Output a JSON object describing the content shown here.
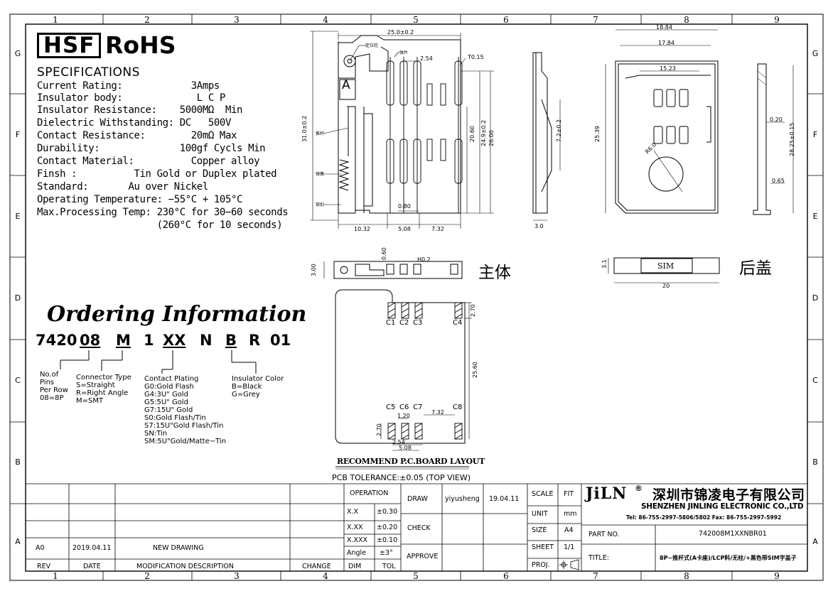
{
  "zone_columns": [
    "1",
    "2",
    "3",
    "4",
    "5",
    "6",
    "7",
    "8",
    "9"
  ],
  "zone_rows": [
    "G",
    "F",
    "E",
    "D",
    "C",
    "B",
    "A"
  ],
  "header": {
    "hsf": "HSF",
    "rohs": "RoHS"
  },
  "specifications": {
    "title": "SPECIFICATIONS",
    "lines": [
      "Current Rating:            3Amps",
      "Insulator body:             L C P",
      "Insulator Resistance:    5000MΩ  Min",
      "Dielectric Withstanding: DC   500V",
      "Contact Resistance:        20mΩ Max",
      "Durability:              100gf Cycls Min",
      "Contact Material:          Copper alloy",
      "Finsh :          Tin Gold or Duplex plated",
      "Standard:       Au over Nickel",
      "Operating Temperature: −55°C + 105°C",
      "Max.Processing Temp: 230°C for 30−60 seconds",
      "                     (260°C for 10 seconds)"
    ]
  },
  "ordering": {
    "title": "Ordering Information",
    "parts": [
      "7420",
      "08",
      "M",
      "1",
      "XX",
      "N",
      "B",
      "R",
      "01"
    ],
    "legend_pins": "No.of\nPins\nPer Row\n08=8P",
    "legend_type": "Connector Type\nS=Straight\nR=Right Angle\nM=SMT",
    "legend_plating": "Contact Plating\nG0:Gold Flash\nG4:3U\" Gold\nG5:5U\" Gold\nG7:15U\" Gold\nS0:Gold Flash/Tin\nS7:15U\"Gold Flash/Tin\nSN:Tin\nSM:5U\"Gold/Matte−Tin",
    "legend_color": "Insulator Color\nB=Black\nG=Grey"
  },
  "drawing_labels": {
    "dim_25": "25.0±0.2",
    "dim_254": "2.54",
    "dim_t015": "T0.15",
    "dim_310": "31.0±0.2",
    "dim_2060": "20.60",
    "dim_249": "24.9±0.2",
    "dim_2600": "26.00",
    "dim_080": "0.80",
    "dim_1032": "10.32",
    "dim_508": "5.08",
    "dim_732": "7.32",
    "dim_30": "3.0",
    "dim_72": "7.2±0.2",
    "dim_1884": "18.84",
    "dim_1784": "17.84",
    "dim_1523": "15.23",
    "dim_2539": "25.39",
    "dim_r60": "R6.0",
    "dim_020": "0.20",
    "dim_2825": "28.25±0.15",
    "dim_065": "0.65",
    "dim_300": "3.00",
    "dim_060": "0.60",
    "dim_h02": "H0.2",
    "dim_31": "3.1",
    "dim_20": "20",
    "sim": "SIM",
    "letter_a": "A",
    "main_body": "主体",
    "back_cover": "后盖",
    "lbl_dingwei": "定位柱",
    "lbl_tanpian": "弹片",
    "lbl_tuigan": "推杆",
    "lbl_tanhuang": "弹簧",
    "lbl_suokou": "锁扣"
  },
  "pcb_layout": {
    "top_contacts": [
      "C1",
      "C2",
      "C3",
      "C4"
    ],
    "bottom_contacts": [
      "C5",
      "C6",
      "C7",
      "C8"
    ],
    "dim_270": "2.70",
    "dim_2560": "25.60",
    "dim_120": "1.20",
    "dim_732": "7.32",
    "dim_270b": "2.70",
    "dim_254": "2.54",
    "dim_508": "5.08",
    "title": "RECOMMEND P.C.BOARD LAYOUT",
    "tolerance": "PCB TOLERANCE:±0.05  (TOP VIEW)"
  },
  "title_block": {
    "revision": {
      "rev": "A0",
      "date": "2019.04.11",
      "description": "NEW DRAWING"
    },
    "footer": {
      "rev": "REV",
      "date": "DATE",
      "description": "MODIFICATION DESCRIPTION",
      "change": "CHANGE"
    },
    "tolerances": {
      "operation": "OPERATION",
      "rows": [
        [
          "X.X",
          "±0.30"
        ],
        [
          "X.XX",
          "±0.20"
        ],
        [
          "X.XXX",
          "±0.10"
        ],
        [
          "Angle",
          "±3°"
        ]
      ],
      "dim": "DIM",
      "tol": "TOL"
    },
    "draw": "DRAW",
    "drawer": "yiyusheng",
    "draw_date": "19.04.11",
    "check": "CHECK",
    "approve": "APPROVE",
    "scale": "SCALE",
    "scale_val": "FIT",
    "unit": "UNIT",
    "unit_val": "mm",
    "size": "SIZE",
    "size_val": "A4",
    "sheet": "SHEET",
    "sheet_val": "1/1",
    "proj": "PROJ.",
    "logo": "JiLN",
    "logo_reg": "®",
    "company_cn": "深圳市锦凌电子有限公司",
    "company_en": "SHENZHEN JINLING ELECTRONIC CO.,LTD",
    "contact": "Tel: 86-755-2997-5806/5802   Fax: 86-755-2997-5992",
    "part_no_label": "PART NO.",
    "part_no": "742008M1XXNBR01",
    "title_label": "TITLE:",
    "title_val": "8P−推杆式(A卡座)/LCP料/无柱/+黑色带SIM字盖子"
  },
  "colors": {
    "line": "#000000",
    "paper": "#ffffff"
  }
}
